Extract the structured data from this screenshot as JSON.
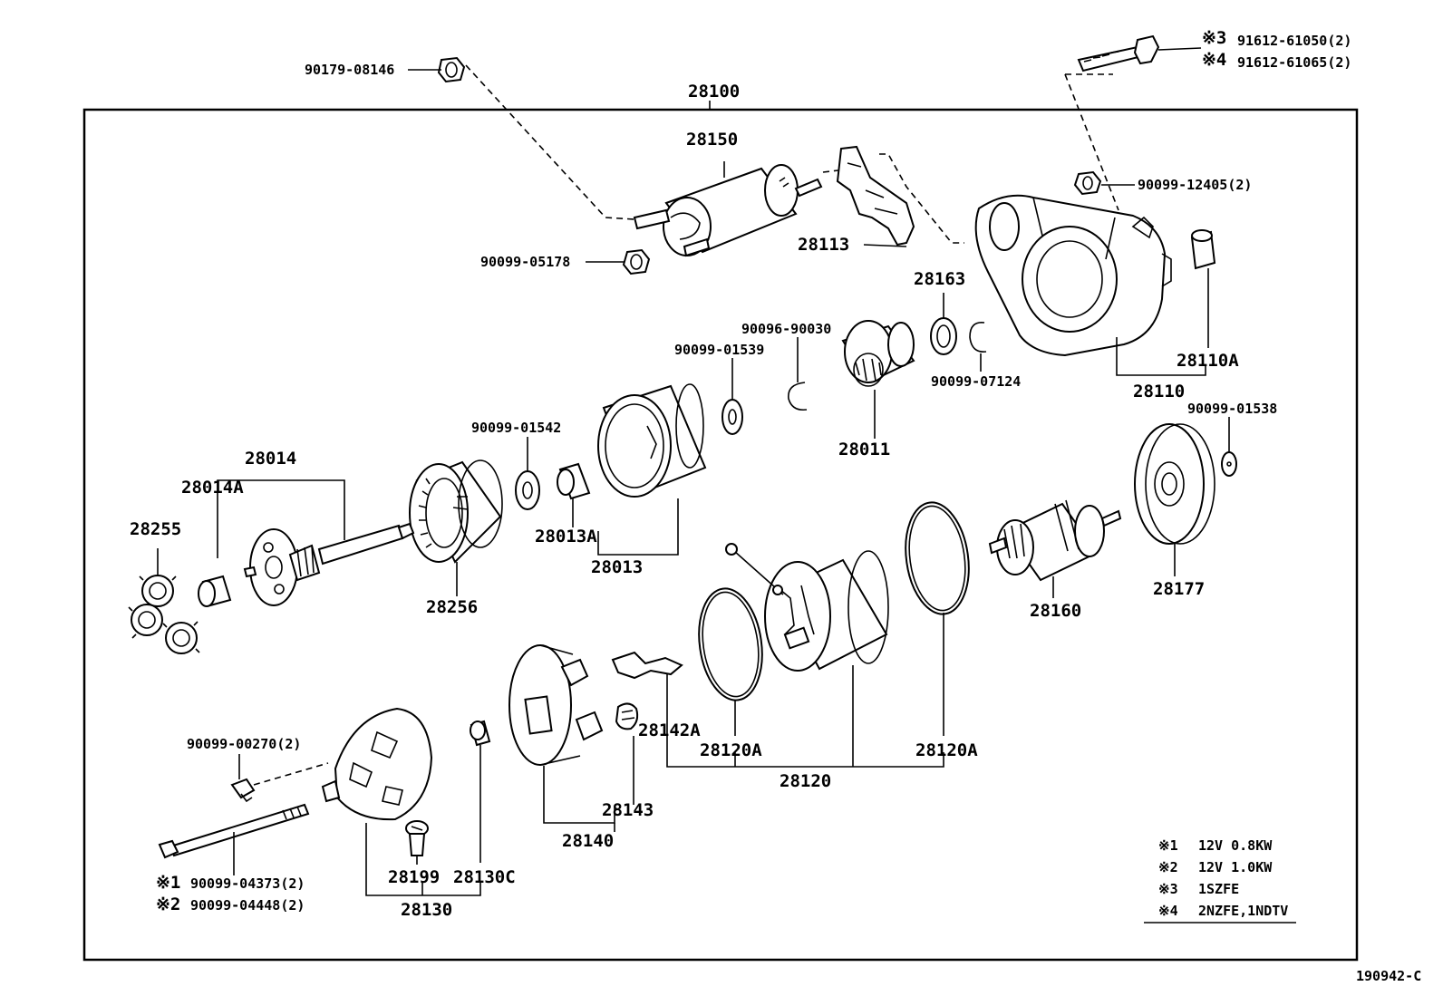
{
  "labels": {
    "p28100": "28100",
    "p28150": "28150",
    "p28113": "28113",
    "p28163": "28163",
    "p28110A": "28110A",
    "p28110": "28110",
    "p28011": "28011",
    "p28014": "28014",
    "p28014A": "28014A",
    "p28255": "28255",
    "p28256": "28256",
    "p28013A": "28013A",
    "p28013": "28013",
    "p28160": "28160",
    "p28177": "28177",
    "p28142A": "28142A",
    "p28120A_left": "28120A",
    "p28120A_right": "28120A",
    "p28120": "28120",
    "p28143": "28143",
    "p28140": "28140",
    "p28199": "28199",
    "p28130C": "28130C",
    "p28130": "28130",
    "n90179_08146": "90179-08146",
    "n90099_05178": "90099-05178",
    "n90099_12405": "90099-12405(2)",
    "n90096_90030": "90096-90030",
    "n90099_01539": "90099-01539",
    "n90099_07124": "90099-07124",
    "n90099_01542": "90099-01542",
    "n90099_01538": "90099-01538",
    "n90099_00270": "90099-00270(2)",
    "bolt_top_mark3": "※3",
    "bolt_top_num3": "91612-61050(2)",
    "bolt_top_mark4": "※4",
    "bolt_top_num4": "91612-61065(2)",
    "bolt_bot_mark1": "※1",
    "bolt_bot_num1": "90099-04373(2)",
    "bolt_bot_mark2": "※2",
    "bolt_bot_num2": "90099-04448(2)"
  },
  "legend": [
    {
      "mark": "※1",
      "text": "12V 0.8KW"
    },
    {
      "mark": "※2",
      "text": "12V 1.0KW"
    },
    {
      "mark": "※3",
      "text": "1SZFE"
    },
    {
      "mark": "※4",
      "text": "2NZFE,1NDTV"
    }
  ],
  "figure_code": "190942-C"
}
